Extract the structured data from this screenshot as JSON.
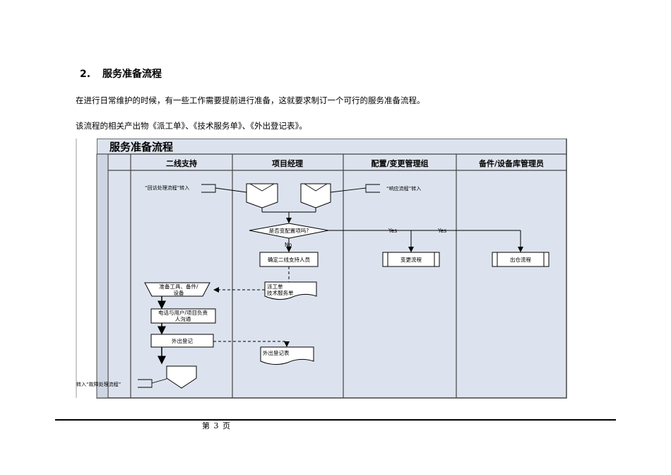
{
  "section": {
    "number": "2.",
    "title": "服务准备流程"
  },
  "paragraphs": [
    "在进行日常维护的时候，有一些工作需要提前进行准备，这就要求制订一个可行的服务准备流程。",
    "该流程的相关产出物《派工单》、《技术服务单》、《外出登记表》。"
  ],
  "flowchart": {
    "title": "服务准备流程",
    "lanes": [
      "二线支持",
      "项目经理",
      "配置/变更管理组",
      "备件/设备库管理员"
    ],
    "nodes": {
      "in_visit": "“回访处理流程”转入",
      "in_response": "“响应流程”转入",
      "decision": "是否变配置项吗?",
      "yes1": "Yes",
      "yes2": "Yes",
      "no": "No",
      "assign": "确定二线支持人员",
      "change": "变更流程",
      "outstock": "出仓流程",
      "dispatch1": "派工单",
      "dispatch2": "技术服务单",
      "prepare1": "准备工具、备件/",
      "prepare2": "设备",
      "contact1": "电话与用户/项目负责",
      "contact2": "人沟通",
      "register": "外出登记",
      "regform": "外出登记表",
      "to_fault": "转入“故障处理流程”"
    }
  },
  "footer": {
    "page": "第 3 页"
  }
}
